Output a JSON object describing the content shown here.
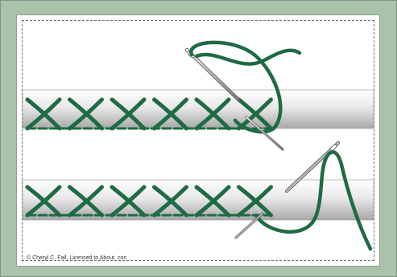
{
  "diagram": {
    "thread_color": "#1f6b44",
    "fabric_colors": [
      "#ffffff",
      "#e6e6e6",
      "#a9a9a9"
    ],
    "frame_color": "#a9c2a9",
    "rows": [
      {
        "stitch_count": 6
      },
      {
        "stitch_count": 6
      }
    ],
    "credit": "© Cheryl C. Fall, Licensed to About. con"
  }
}
